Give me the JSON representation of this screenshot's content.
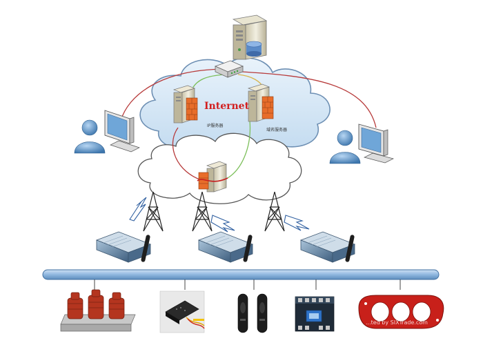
{
  "diagram": {
    "cloud_label": "Internet",
    "server_label_left": "IP服务器",
    "server_label_right": "域名服务器",
    "watermark": "...ted by SIXTrade.com",
    "colors": {
      "cloud_fill": "#cfe3f5",
      "cloud_stroke": "#6d8fb3",
      "link_red": "#b73a3a",
      "link_green": "#7cbf5a",
      "link_tan": "#d8b44a",
      "bus_fill": "#9cc2e6",
      "bus_stroke": "#3f6fa0",
      "label_red": "#d21f1f"
    },
    "nodes": {
      "top_server": "database-server-icon",
      "router": "router-icon",
      "ip_server": "server-icon",
      "dns_server": "server-icon",
      "firewall": "firewall-icon",
      "user_left": "user-icon",
      "user_right": "user-icon",
      "monitor_left": "monitor-icon",
      "monitor_right": "monitor-icon",
      "towers": [
        "antenna-tower-icon",
        "antenna-tower-icon",
        "antenna-tower-icon"
      ],
      "modems": [
        "gprs-modem-icon",
        "gprs-modem-icon",
        "gprs-modem-icon"
      ],
      "devices": [
        "transformer-device",
        "sensor-device",
        "infrared-beam-device",
        "contactor-device",
        "insulator-plate-device"
      ]
    }
  }
}
